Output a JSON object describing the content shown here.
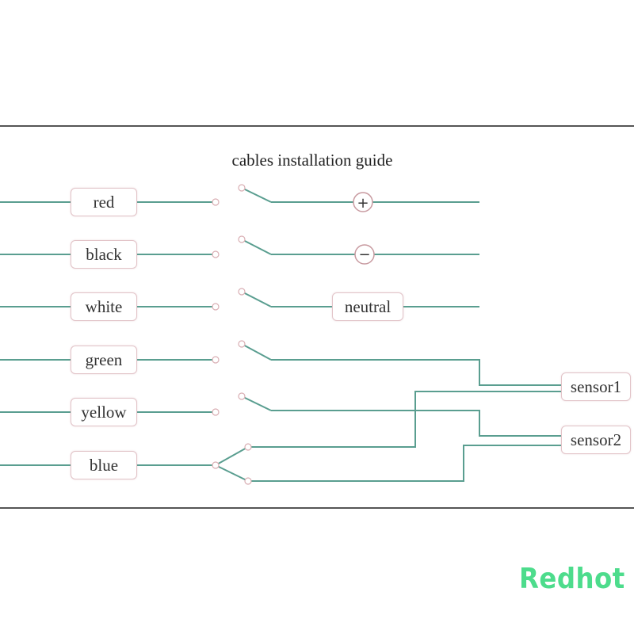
{
  "title": "cables installation guide",
  "wires": [
    "red",
    "black",
    "white",
    "green",
    "yellow",
    "blue"
  ],
  "symbols": {
    "positive": "+",
    "negative": "−",
    "neutral": "neutral"
  },
  "sensors": [
    "sensor1",
    "sensor2"
  ],
  "watermark": "Redhot",
  "colors": {
    "wire": "#5a9e90",
    "frame": "#555555",
    "label_border": "#e2c4c8",
    "watermark": "#4ddc8c"
  }
}
